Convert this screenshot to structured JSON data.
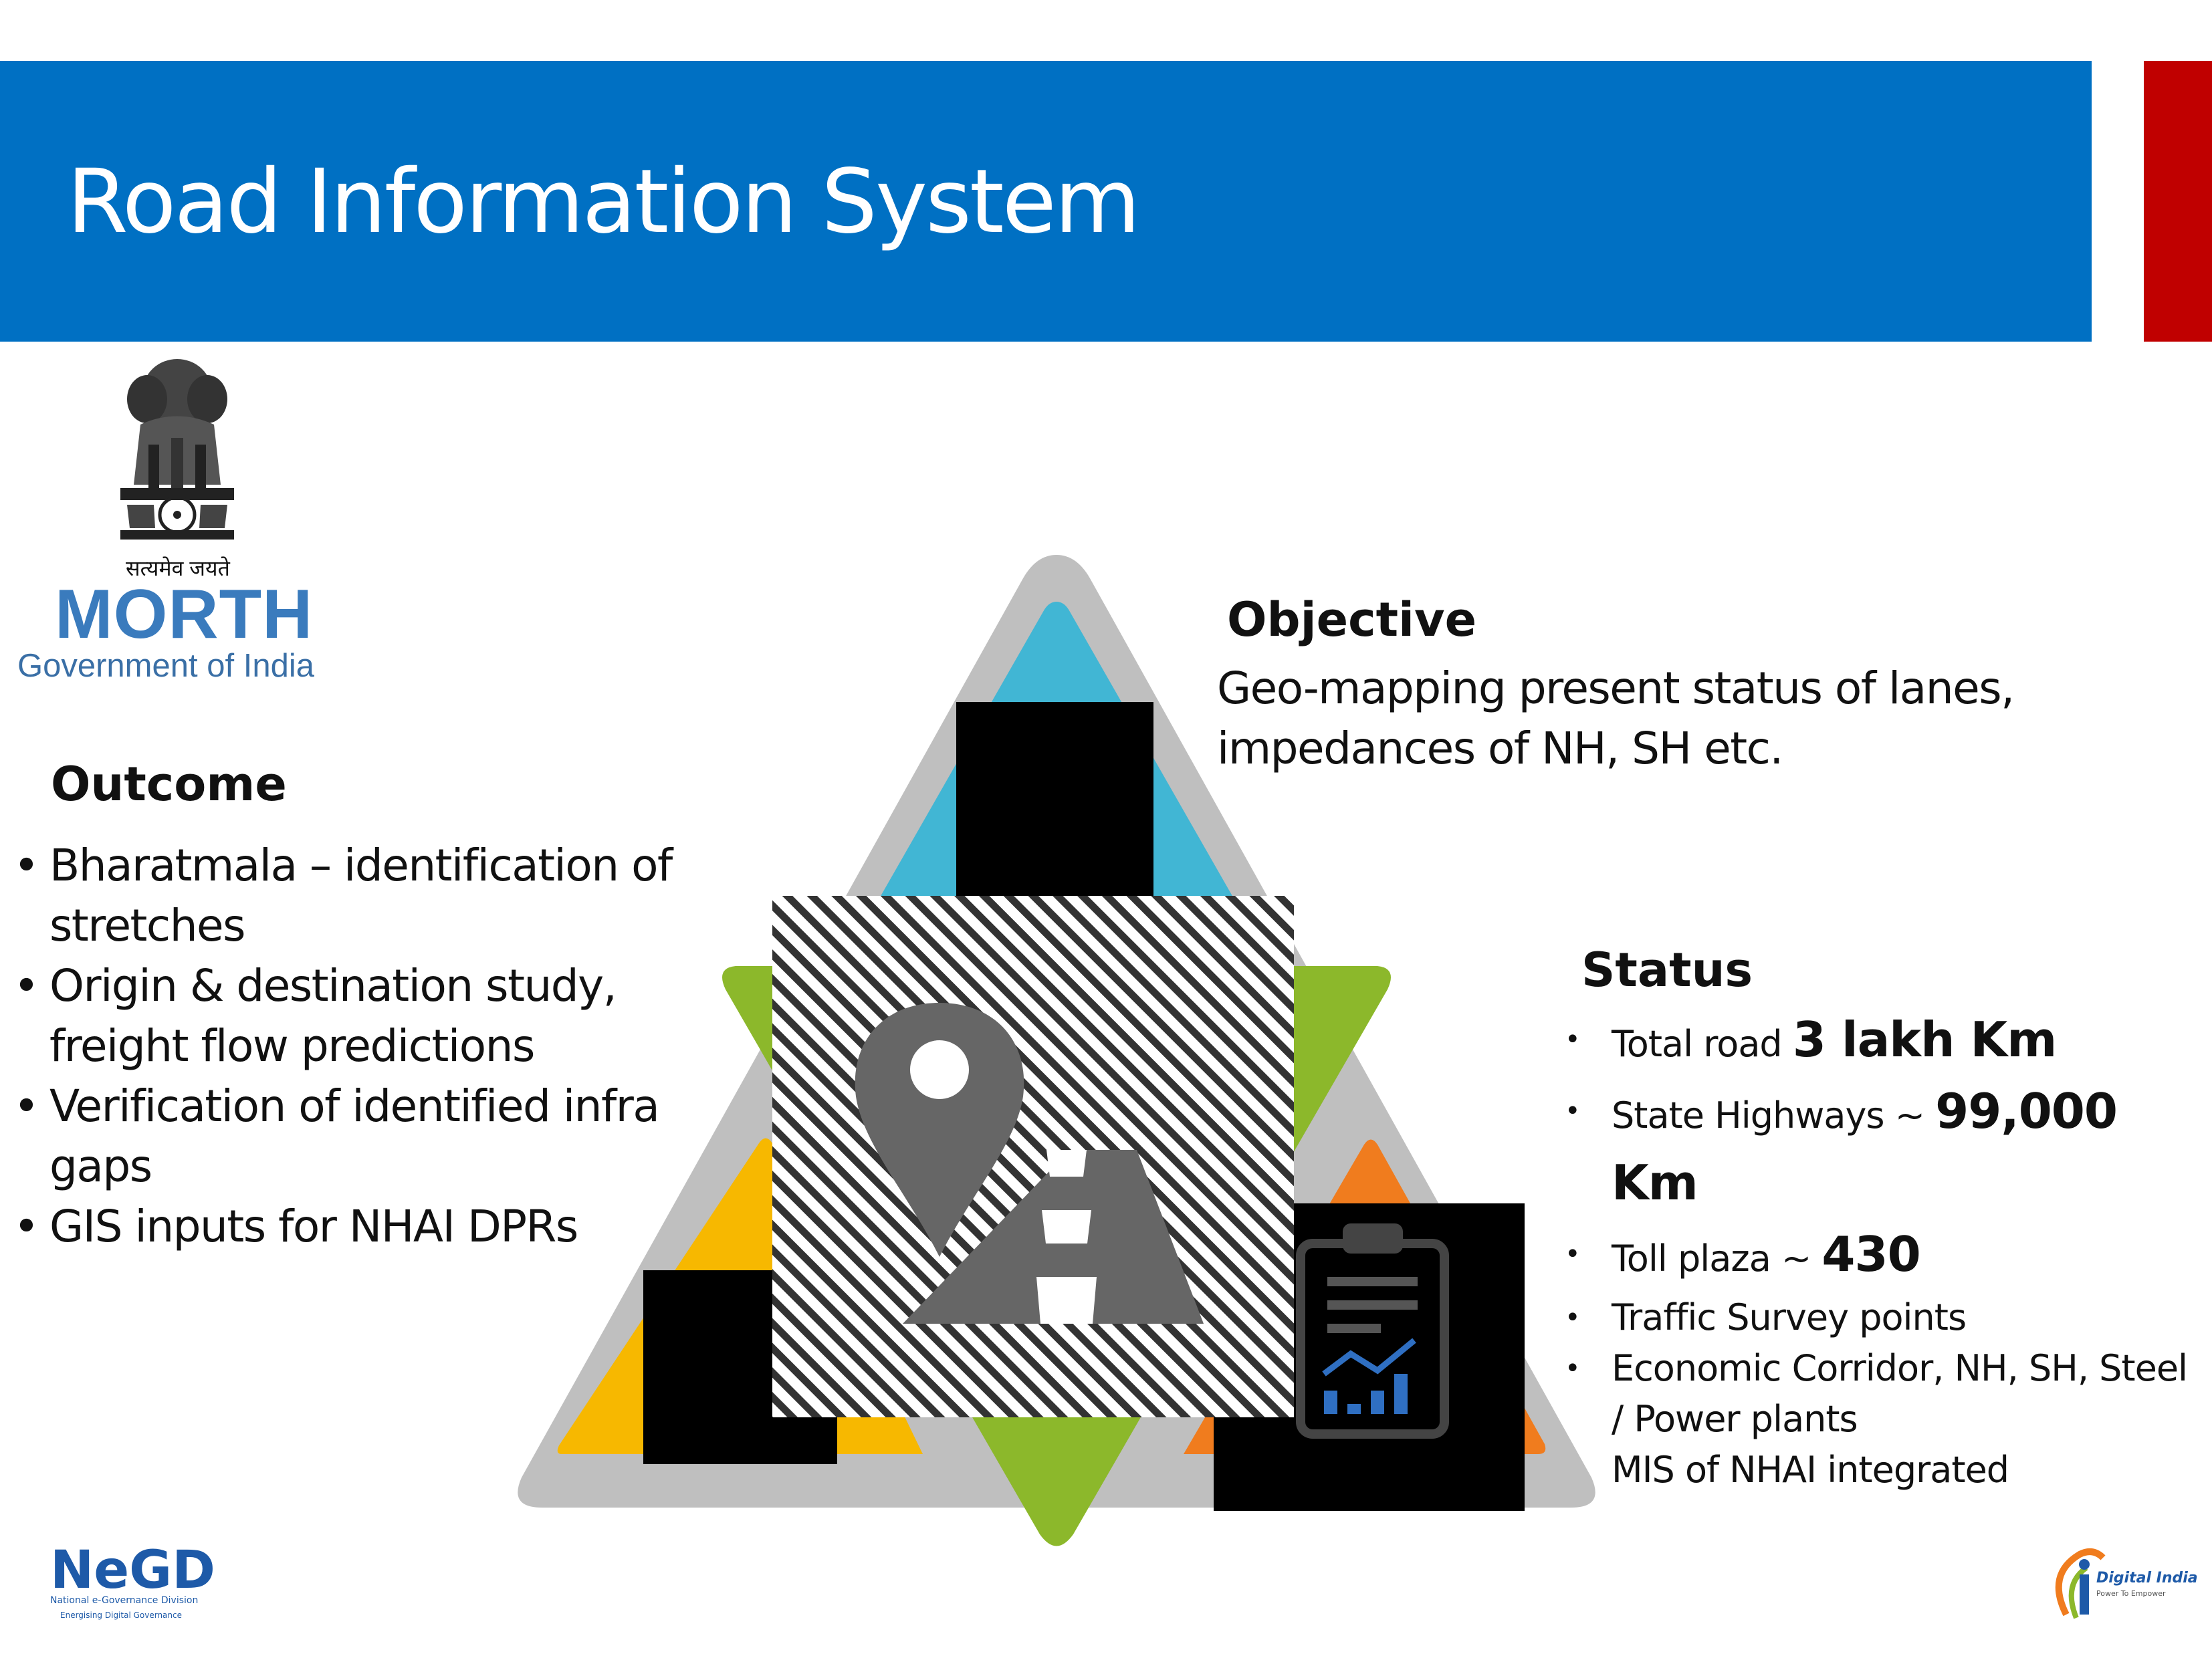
{
  "header": {
    "title": "Road Information System"
  },
  "branding": {
    "motto": "सत्यमेव जयते",
    "ministry": "MORTH",
    "government": "Government of India",
    "negd_name": "NeGD",
    "negd_full": "National e-Governance Division",
    "negd_tagline": "Energising Digital Governance",
    "digital_india": "Digital India",
    "digital_india_tagline": "Power To Empower"
  },
  "outcome": {
    "heading": "Outcome",
    "items": [
      "Bharatmala – identification of stretches",
      "Origin & destination study, freight flow predictions",
      "Verification of identified infra gaps",
      "GIS inputs for NHAI DPRs"
    ]
  },
  "objective": {
    "heading": "Objective",
    "text": "Geo-mapping present status of lanes, impedances of NH, SH etc."
  },
  "status": {
    "heading": "Status",
    "total_road_label": "Total road",
    "total_road_value": "3 lakh Km",
    "state_highways_label": "State Highways ~",
    "state_highways_value": "99,000 Km",
    "toll_plaza_label": "Toll plaza ~",
    "toll_plaza_value": "430",
    "traffic_survey": "Traffic Survey points",
    "economic_corridor": "Economic Corridor, NH, SH, Steel / Power plants",
    "mis": "MIS of NHAI integrated"
  },
  "colors": {
    "title_bar": "#0070c3",
    "accent_red": "#c00000",
    "triangle_outer": "#bfbfbf",
    "triangle_blue": "#41b6d4",
    "triangle_green": "#8cb82b",
    "triangle_yellow": "#f7b800",
    "triangle_orange": "#f07c1e",
    "icon_gray": "#666666"
  },
  "icons": [
    "map-pin-icon",
    "road-icon",
    "clipboard-chart-icon",
    "national-emblem-icon"
  ]
}
